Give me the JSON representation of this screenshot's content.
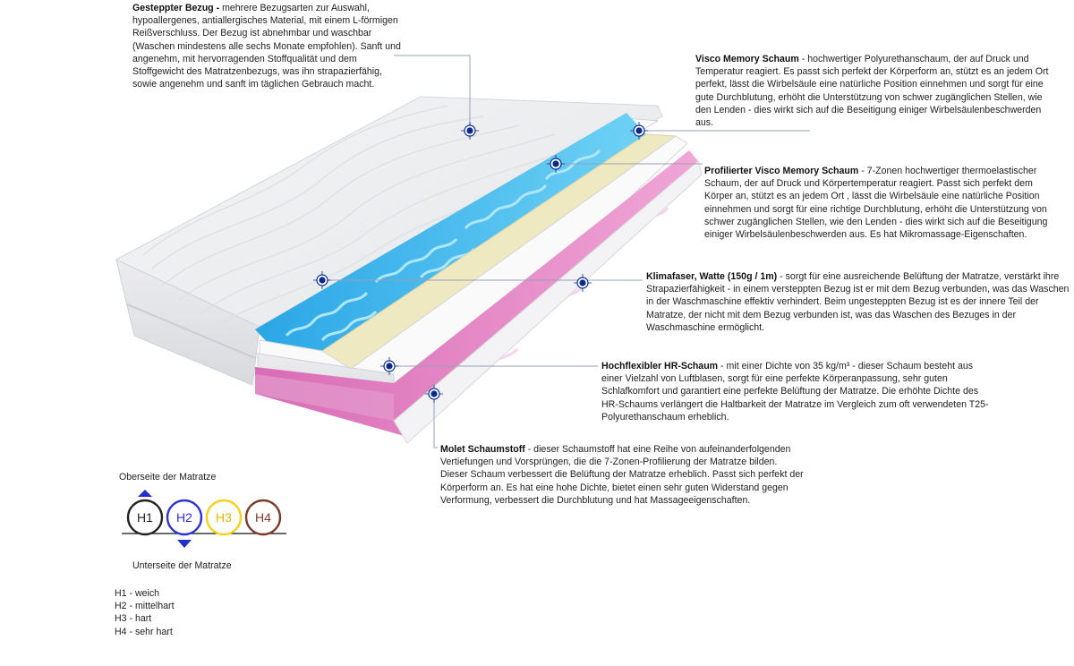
{
  "layers": [
    {
      "key": "bezug",
      "title": "Gesteppter Bezug -",
      "body": " mehrere Bezugsarten zur Auswahl, hypoallergenes, antiallergisches Material, mit einem L-förmigen Reißverschluss. Der Bezug ist abnehmbar  und waschbar (Waschen mindestens alle sechs Monate empfohlen). Sanft und angenehm, mit hervorragenden Stoffqualität und dem Stoffgewicht des Matratzenbezugs, was ihn strapazierfähig, sowie angenehm und sanft im täglichen Gebrauch macht."
    },
    {
      "key": "visco",
      "title": "Visco Memory Schaum",
      "body": " - hochwertiger Polyurethanschaum, der auf Druck und Temperatur reagiert. Es passt sich perfekt der Körperform an, stützt es an jedem Ort perfekt, lässt die Wirbelsäule eine natürliche Position einnehmen und sorgt für eine gute Durchblutung, erhöht die Unterstützung von schwer zugänglichen Stellen, wie den Lenden - dies wirkt sich auf die Beseitigung einiger Wirbelsäulenbeschwerden aus."
    },
    {
      "key": "profil",
      "title": "Profilierter Visco Memory Schaum",
      "body": " - 7-Zonen hochwertiger thermoelastischer Schaum, der auf Druck und Körpertemperatur reagiert. Passt sich perfekt dem Körper an, stützt es an jedem Ort , lässt die Wirbelsäule eine natürliche Position einnehmen und sorgt für eine richtige Durchblutung, erhöht die Unterstützung von schwer zugänglichen Stellen, wie den Lenden - dies wirkt sich auf die Beseitigung einiger Wirbelsäulenbeschwerden aus. Es hat Mikromassage-Eigenschaften."
    },
    {
      "key": "klima",
      "title": "Klimafaser, Watte (150g / 1m)",
      "body": " - sorgt für eine ausreichende Belüftung der Matratze, verstärkt ihre Strapazierfähigkeit - in einem versteppten Bezug ist er mit dem Bezug verbunden, was das Waschen in der Waschmaschine effektiv verhindert. Beim ungesteppten Bezug ist es der innere Teil der Matratze, der nicht mit dem Bezug verbunden ist, was das Waschen des Bezuges in der Waschmaschine ermöglicht."
    },
    {
      "key": "hr",
      "title": "Hochflexibler HR-Schaum",
      "body": " - mit einer Dichte von 35 kg/m³ - dieser Schaum besteht aus einer Vielzahl von Luftblasen, sorgt für eine perfekte Körperanpassung, sehr guten Schlafkomfort und garantiert eine perfekte Belüftung der Matratze. Die erhöhte Dichte des HR-Schaums verlängert die Haltbarkeit der Matratze im Vergleich zum oft verwendeten T25-Polyurethanschaum erheblich."
    },
    {
      "key": "molet",
      "title": "Molet Schaumstoff",
      "body": " - dieser Schaumstoff hat eine Reihe von aufeinanderfolgenden Vertiefungen und Vorsprüngen, die die 7-Zonen-Profilierung der Matratze bilden. Dieser Schaum verbessert die Belüftung der Matratze erheblich. Passt sich perfekt der Körperform an. Es hat eine hohe Dichte, bietet einen sehr guten Widerstand gegen Verformung, verbessert die Durchblutung und hat Massageeigenschaften."
    }
  ],
  "hardness": {
    "top_label": "Oberseite der Matratze",
    "bottom_label": "Unterseite der Matratze",
    "circles": [
      {
        "text": "H1",
        "color": "#222222"
      },
      {
        "text": "H2",
        "color": "#2f2fd6"
      },
      {
        "text": "H3",
        "color": "#f2d21a"
      },
      {
        "text": "H4",
        "color": "#7a3a2a"
      }
    ],
    "legend": [
      "H1 - weich",
      "H2 - mittelhart",
      "H3 - hart",
      "H4 - sehr hart"
    ],
    "arrow_color": "#1f2fc8"
  },
  "colors": {
    "marker": "#0a2a8a",
    "leader": "#9aa0b4",
    "visco": "#35b6ea",
    "pink": "#e38ac6",
    "cream": "#efe9c2"
  }
}
